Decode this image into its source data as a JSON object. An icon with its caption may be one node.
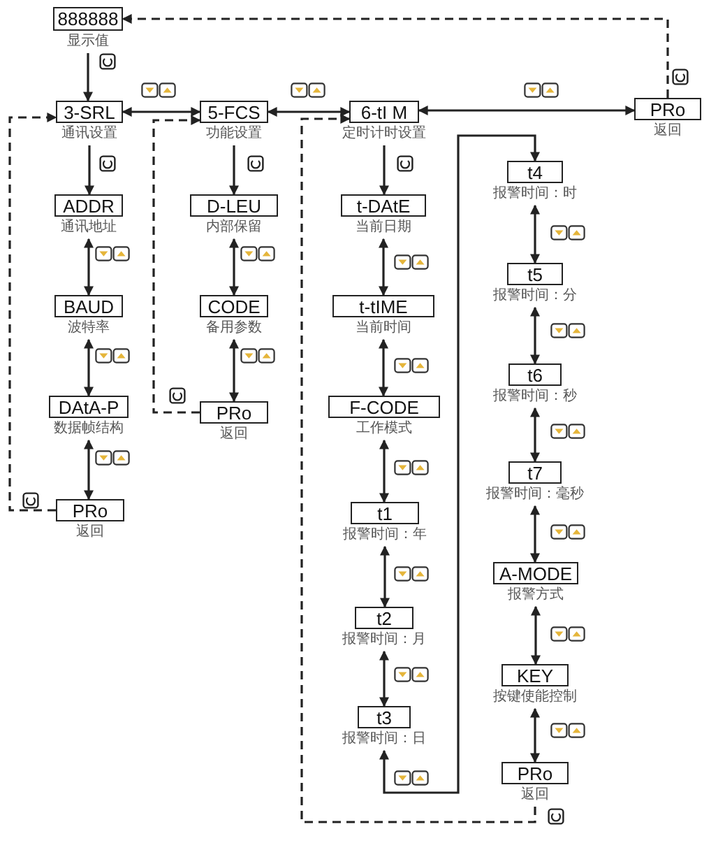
{
  "diagram": {
    "nodes": [
      {
        "text": [
          "888888"
        ],
        "beside": [
          "显示值"
        ]
      },
      {
        "text": [
          "3-SRL"
        ],
        "beside": [
          "通讯设置"
        ]
      },
      {
        "text": [
          "5-FCS"
        ],
        "beside": [
          "功能设置"
        ]
      },
      {
        "text": [
          "6-tI M"
        ],
        "beside": [
          "定时计时设置"
        ]
      },
      {
        "text": [
          "PRo"
        ],
        "beside": [
          "返回"
        ]
      },
      {
        "text": [
          "ADDR"
        ],
        "beside": [
          "通讯地址"
        ]
      },
      {
        "text": [
          "BAUD"
        ],
        "beside": [
          "波特率"
        ]
      },
      {
        "text": [
          "DAtA-P"
        ],
        "beside": [
          "数据帧结构"
        ]
      },
      {
        "text": [
          "PRo"
        ],
        "beside": [
          "返回"
        ]
      },
      {
        "text": [
          "D-LEU"
        ],
        "beside": [
          "内部保留"
        ]
      },
      {
        "text": [
          "CODE"
        ],
        "beside": [
          "备用参数"
        ]
      },
      {
        "text": [
          "PRo"
        ],
        "beside": [
          "返回"
        ]
      },
      {
        "text": [
          "t-DAtE"
        ],
        "beside": [
          "当前日期"
        ]
      },
      {
        "text": [
          "t-tIME"
        ],
        "beside": [
          "当前时间"
        ]
      },
      {
        "text": [
          "F-CODE"
        ],
        "beside": [
          "工作模式"
        ]
      },
      {
        "text": [
          "t1"
        ],
        "beside": [
          "报警时间：年"
        ]
      },
      {
        "text": [
          "t2"
        ],
        "beside": [
          "报警时间：月"
        ]
      },
      {
        "text": [
          "t3"
        ],
        "beside": [
          "报警时间：日"
        ]
      },
      {
        "text": [
          "t4"
        ],
        "beside": [
          "报警时间：时"
        ]
      },
      {
        "text": [
          "t5"
        ],
        "beside": [
          "报警时间：分"
        ]
      },
      {
        "text": [
          "t6"
        ],
        "beside": [
          "报警时间：秒"
        ]
      },
      {
        "text": [
          "t7"
        ],
        "beside": [
          "报警时间：毫秒"
        ]
      },
      {
        "text": [
          "A-MODE"
        ],
        "beside": [
          "报警方式"
        ]
      },
      {
        "text": [
          "KEY"
        ],
        "beside": [
          "按键使能控制"
        ]
      },
      {
        "text": [
          "PRo"
        ],
        "beside": [
          "返回"
        ]
      }
    ],
    "edges": [
      {
        "from": 0,
        "to": 1,
        "arrow": "to"
      },
      {
        "from": 1,
        "to": 2,
        "arrow": "both"
      },
      {
        "from": 2,
        "to": 3,
        "arrow": "both"
      },
      {
        "from": 3,
        "to": 4,
        "arrow": "both"
      },
      {
        "from": 4,
        "to": 0,
        "arrow": "to",
        "style": "dashed"
      },
      {
        "from": 1,
        "to": 5,
        "arrow": "to"
      },
      {
        "from": 5,
        "to": 6,
        "arrow": "both"
      },
      {
        "from": 6,
        "to": 7,
        "arrow": "both"
      },
      {
        "from": 7,
        "to": 8,
        "arrow": "both"
      },
      {
        "from": 8,
        "to": 1,
        "arrow": "to",
        "style": "dashed"
      },
      {
        "from": 2,
        "to": 9,
        "arrow": "to"
      },
      {
        "from": 9,
        "to": 10,
        "arrow": "both"
      },
      {
        "from": 10,
        "to": 11,
        "arrow": "both"
      },
      {
        "from": 11,
        "to": 2,
        "arrow": "to",
        "style": "dashed"
      },
      {
        "from": 3,
        "to": 12,
        "arrow": "to"
      },
      {
        "from": 12,
        "to": 13,
        "arrow": "both"
      },
      {
        "from": 13,
        "to": 14,
        "arrow": "both"
      },
      {
        "from": 14,
        "to": 15,
        "arrow": "both"
      },
      {
        "from": 15,
        "to": 16,
        "arrow": "both"
      },
      {
        "from": 16,
        "to": 17,
        "arrow": "both"
      },
      {
        "from": 17,
        "to": 18,
        "arrow": "both"
      },
      {
        "from": 18,
        "to": 19,
        "arrow": "both"
      },
      {
        "from": 19,
        "to": 20,
        "arrow": "both"
      },
      {
        "from": 20,
        "to": 21,
        "arrow": "both"
      },
      {
        "from": 21,
        "to": 22,
        "arrow": "both"
      },
      {
        "from": 22,
        "to": 23,
        "arrow": "both"
      },
      {
        "from": 23,
        "to": 24,
        "arrow": "both"
      },
      {
        "from": 24,
        "to": 3,
        "arrow": "to",
        "style": "dashed"
      }
    ]
  }
}
